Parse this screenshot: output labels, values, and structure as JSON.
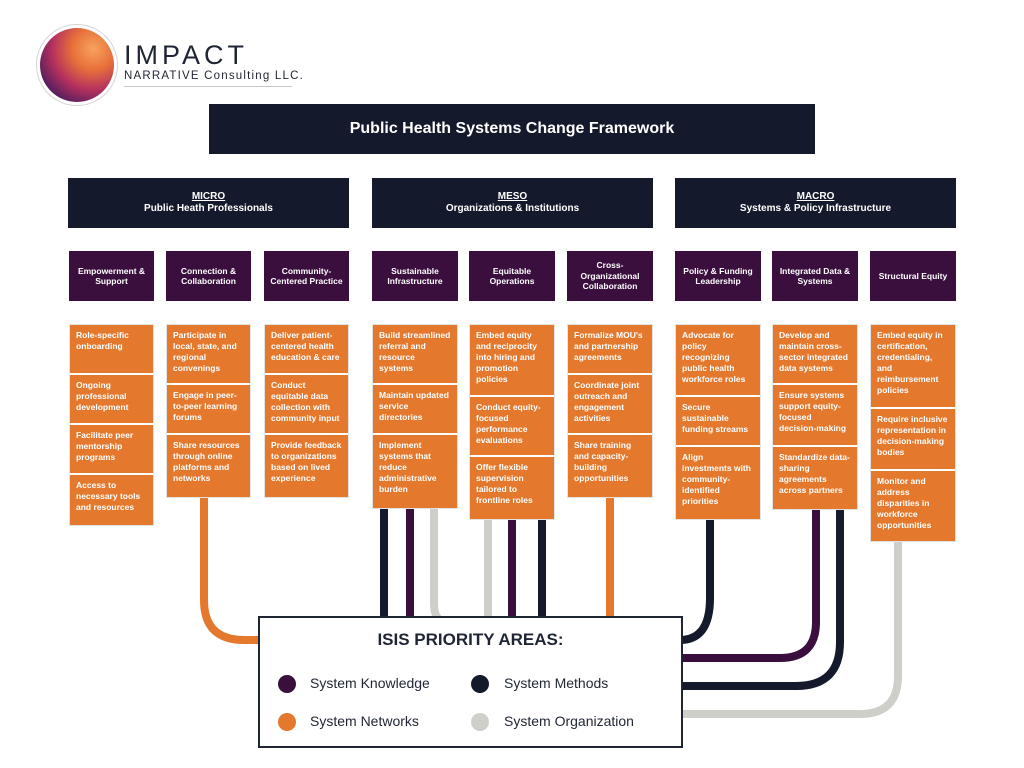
{
  "logo": {
    "title": "IMPACT",
    "subtitle": "NARRATIVE Consulting LLC."
  },
  "title": "Public Health Systems Change Framework",
  "colors": {
    "navy": "#141a2b",
    "purple": "#3a0f3e",
    "orange": "#e4782d",
    "system_knowledge": "#3a0f3e",
    "system_methods": "#141a2b",
    "system_networks": "#e4782d",
    "system_organization": "#cfcfca"
  },
  "levels": [
    {
      "name": "MICRO",
      "subtitle": "Public Heath Professionals"
    },
    {
      "name": "MESO",
      "subtitle": "Organizations & Institutions"
    },
    {
      "name": "MACRO",
      "subtitle": "Systems & Policy Infrastructure"
    }
  ],
  "columns": [
    {
      "header": "Empowerment & Support",
      "items": [
        "Role-specific onboarding",
        "Ongoing professional development",
        "Facilitate peer mentorship programs",
        "Access to necessary tools and resources"
      ]
    },
    {
      "header": "Connection & Collaboration",
      "items": [
        "Participate in local, state, and regional convenings",
        "Engage in peer-to-peer learning forums",
        "Share resources through online platforms and networks"
      ]
    },
    {
      "header": "Community-Centered Practice",
      "items": [
        "Deliver patient-centered health education & care",
        "Conduct equitable data collection with community input",
        "Provide feedback to organizations based on lived experience"
      ]
    },
    {
      "header": "Sustainable Infrastructure",
      "items": [
        "Build streamlined referral and resource systems",
        "Maintain updated service directories",
        "Implement systems that reduce administrative burden"
      ]
    },
    {
      "header": "Equitable Operations",
      "items": [
        "Embed equity and reciprocity into hiring and promotion policies",
        "Conduct equity-focused performance evaluations",
        "Offer flexible supervision tailored to frontline roles"
      ]
    },
    {
      "header": "Cross-Organizational Collaboration",
      "items": [
        "Formalize MOU's and partnership agreements",
        "Coordinate joint outreach and engagement activities",
        "Share training and capacity-building opportunities"
      ]
    },
    {
      "header": "Policy & Funding Leadership",
      "items": [
        "Advocate for policy recognizing public health workforce roles",
        "Secure sustainable funding streams",
        "Align investments with community-identified priorities"
      ]
    },
    {
      "header": "Integrated Data & Systems",
      "items": [
        "Develop and maintain cross-sector integrated data systems",
        "Ensure systems support equity-focused decision-making",
        "Standardize data-sharing agreements across partners"
      ]
    },
    {
      "header": "Structural Equity",
      "items": [
        "Embed equity in certification, credentialing, and reimbursement policies",
        "Require inclusive representation in decision-making bodies",
        "Monitor and address disparities in workforce opportunities"
      ]
    }
  ],
  "legend": {
    "title": "ISIS PRIORITY AREAS:",
    "items": [
      {
        "label": "System Knowledge",
        "color": "#3a0f3e"
      },
      {
        "label": "System Methods",
        "color": "#141a2b"
      },
      {
        "label": "System Networks",
        "color": "#e4782d"
      },
      {
        "label": "System Organization",
        "color": "#cfcfca"
      }
    ]
  }
}
